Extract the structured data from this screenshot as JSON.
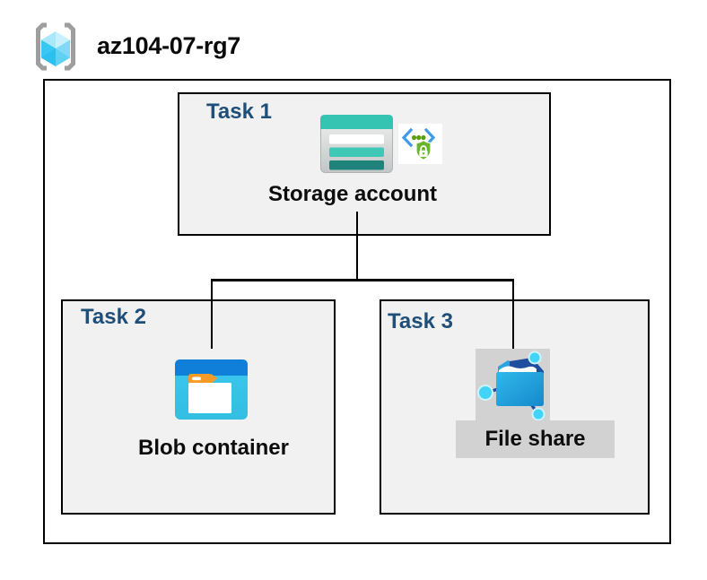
{
  "header": {
    "title": "az104-07-rg7",
    "icon": "resource-group-icon"
  },
  "resource_group": {
    "tasks": [
      {
        "label": "Task 1",
        "node_label": "Storage account",
        "icons": [
          "storage-account-icon",
          "sas-lock-icon"
        ],
        "highlighted": false
      },
      {
        "label": "Task 2",
        "node_label": "Blob container",
        "icons": [
          "blob-container-icon"
        ],
        "highlighted": false
      },
      {
        "label": "Task 3",
        "node_label": "File share",
        "icons": [
          "file-share-icon"
        ],
        "highlighted": true
      }
    ],
    "connections": [
      {
        "from": "Storage account",
        "to": "Blob container"
      },
      {
        "from": "Storage account",
        "to": "File share"
      }
    ]
  },
  "colors": {
    "task_label": "#1F4E79",
    "node_label": "#0D0D0D",
    "task_box_fill": "#F1F1F1",
    "box_border": "#000000",
    "highlight_fill": "#D2D2D2",
    "storage_teal": "#35C3B2",
    "storage_teal_dark": "#1F837B",
    "blob_header_blue": "#107FD9",
    "blob_body_cyan": "#35C0EA",
    "folder_tab_orange": "#F79B28",
    "file_share_navy": "#1D4F9E",
    "node_dot_cyan": "#41D4F7",
    "shield_green": "#6AB52E",
    "chevron_blue": "#3F9BE8"
  }
}
